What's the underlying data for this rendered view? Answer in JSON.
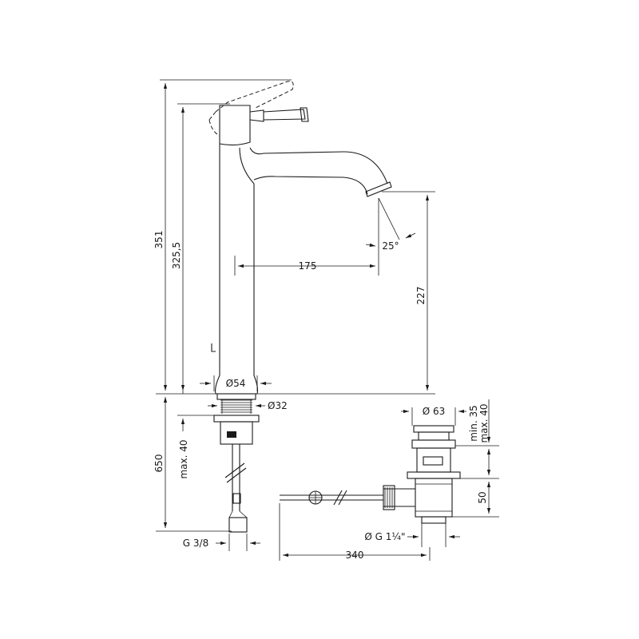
{
  "drawing": {
    "dimensions": {
      "total_height": "351",
      "body_height": "325,5",
      "spout_reach": "175",
      "spout_angle": "25°",
      "spout_clearance": "227",
      "base_diameter": "Ø54",
      "shank_diameter": "Ø32",
      "hose_length": "650",
      "max_counter": "max. 40",
      "connection": "G 3/8",
      "waste_diameter": "Ø 63",
      "min_thickness": "min. 35",
      "max_thickness": "max. 40",
      "waste_height": "50",
      "waste_thread": "Ø G 1¼\"",
      "waste_length": "340"
    }
  }
}
